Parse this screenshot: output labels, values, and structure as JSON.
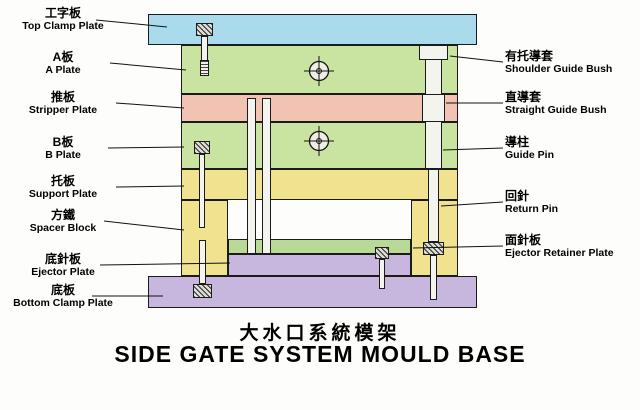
{
  "title": {
    "cn": "大水口系統模架",
    "en": "SIDE GATE SYSTEM MOULD BASE"
  },
  "left_labels": [
    {
      "cn": "工字板",
      "en": "Top Clamp Plate"
    },
    {
      "cn": "A板",
      "en": "A Plate"
    },
    {
      "cn": "推板",
      "en": "Stripper Plate"
    },
    {
      "cn": "B板",
      "en": "B Plate"
    },
    {
      "cn": "托板",
      "en": "Support Plate"
    },
    {
      "cn": "方鐵",
      "en": "Spacer Block"
    },
    {
      "cn": "底針板",
      "en": "Ejector Plate"
    },
    {
      "cn": "底板",
      "en": "Bottom Clamp Plate"
    }
  ],
  "right_labels": [
    {
      "cn": "有托導套",
      "en": "Shoulder Guide Bush"
    },
    {
      "cn": "直導套",
      "en": "Straight Guide Bush"
    },
    {
      "cn": "導柱",
      "en": "Guide Pin"
    },
    {
      "cn": "回針",
      "en": "Return Pin"
    },
    {
      "cn": "面針板",
      "en": "Ejector Retainer Plate"
    }
  ],
  "colors": {
    "top_clamp_plate": "#a9dbed",
    "ab_plate": "#c9e4a1",
    "stripper_plate": "#f2c3b2",
    "support_spacer": "#f1e28f",
    "retainer_plate": "#b9d996",
    "purple_plate": "#c7b7df",
    "pin_fill": "#f4f4ee",
    "outline": "#1b1b1b"
  }
}
